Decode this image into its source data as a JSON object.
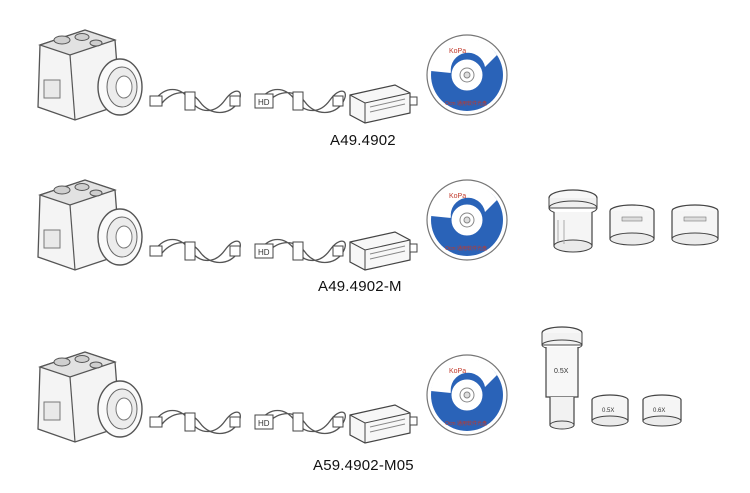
{
  "kits": [
    {
      "model": "A49.4902",
      "items": [
        "camera-icon",
        "usb-cable-icon",
        "hdmi-cable-icon",
        "power-adapter-icon",
        "software-cd-icon"
      ]
    },
    {
      "model": "A49.4902-M",
      "items": [
        "camera-icon",
        "usb-cable-icon",
        "hdmi-cable-icon",
        "power-adapter-icon",
        "software-cd-icon",
        "c-mount-adapter-icon",
        "reduction-lens-icon",
        "reduction-lens-icon"
      ]
    },
    {
      "model": "A59.4902-M05",
      "items": [
        "camera-icon",
        "usb-cable-icon",
        "hdmi-cable-icon",
        "power-adapter-icon",
        "software-cd-icon",
        "eyepiece-adapter-icon",
        "reduction-lens-icon",
        "reduction-lens-icon"
      ]
    }
  ],
  "cd": {
    "brand": "KoPa",
    "footer": "Ocm 通用软件光盘"
  },
  "accessories": {
    "adapter_label": "0.5X",
    "ring_label_a": "0.5X",
    "ring_label_b": "0.6X"
  }
}
